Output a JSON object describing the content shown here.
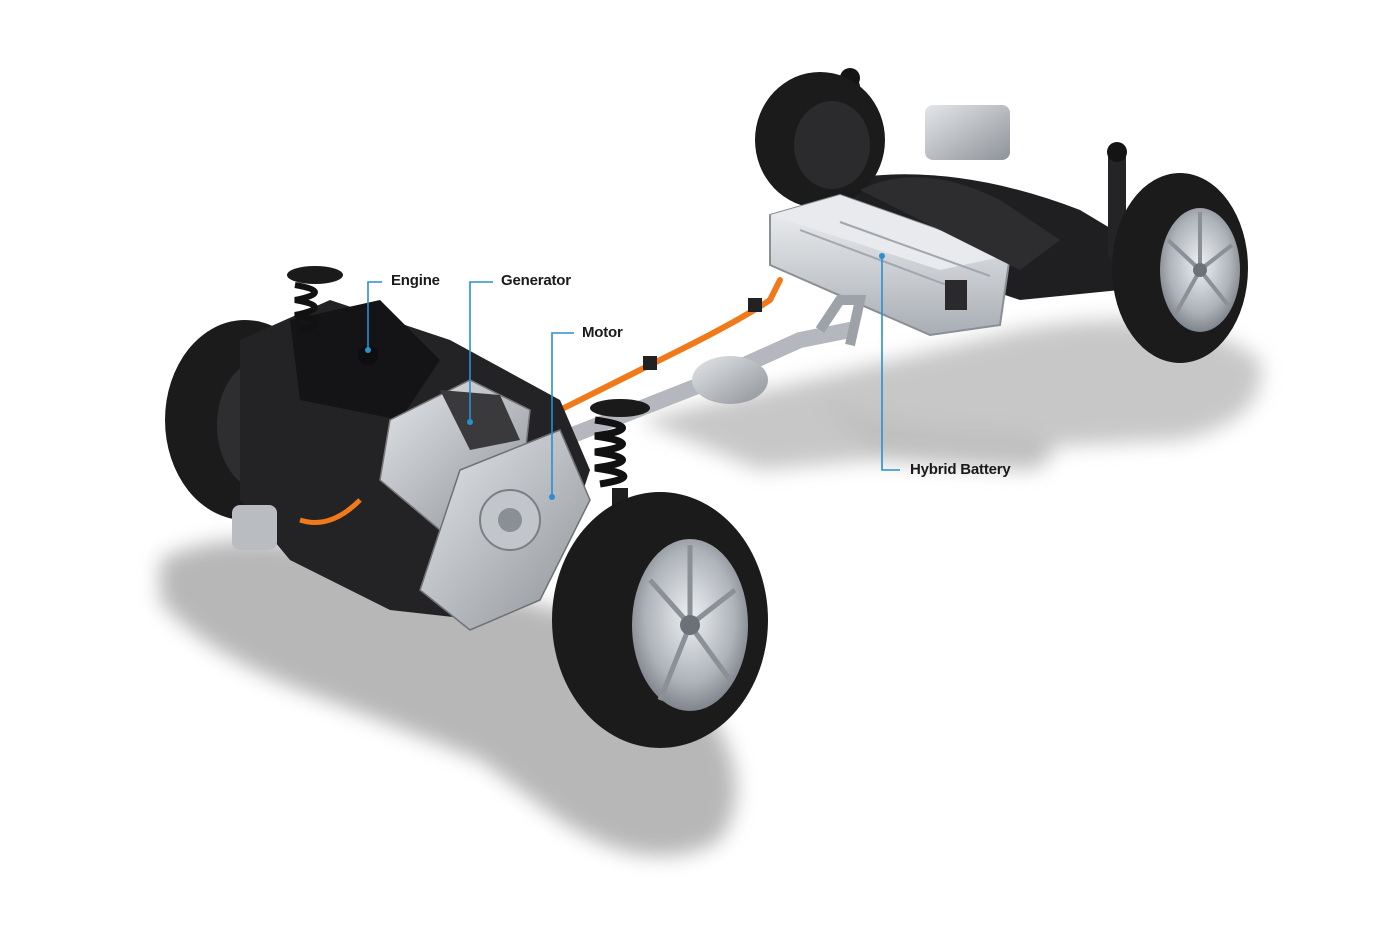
{
  "callouts": {
    "engine": "Engine",
    "generator": "Generator",
    "motor": "Motor",
    "hybrid_battery": "Hybrid Battery"
  },
  "colors": {
    "background": "#ffffff",
    "leader_line": "#2a8fd0",
    "orange_cable": "#f07a1a",
    "tire": "#1c1c1c",
    "rim": "#bfc3c8",
    "metal": "#c8ccd1",
    "shadow": "#8a8a8a"
  }
}
